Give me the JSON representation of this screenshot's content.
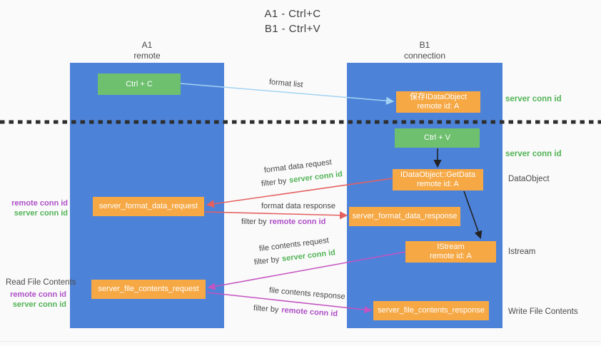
{
  "title": {
    "line1": "A1 - Ctrl+C",
    "line2": "B1 - Ctrl+V"
  },
  "columns": {
    "a1_name": "A1",
    "a1_sub": "remote",
    "b1_name": "B1",
    "b1_sub": "connection"
  },
  "nodes": {
    "ctrl_c": "Ctrl + C",
    "ctrl_v": "Ctrl + V",
    "save_dataobject_line1": "保存IDataObject",
    "save_dataobject_line2": "remote id: A",
    "getdata_line1": "IDataObject::GetData",
    "getdata_line2": "remote id: A",
    "istream_line1": "IStream",
    "istream_line2": "remote id: A",
    "format_request": "server_format_data_request",
    "format_response": "server_format_data_response",
    "file_request": "server_file_contents_request",
    "file_response": "server_file_contents_response"
  },
  "labels": {
    "format_list": "format list",
    "format_data_request": "format data request",
    "format_data_response": "format data response",
    "file_contents_request": "file contents request",
    "file_contents_response": "file contents response",
    "filter_by": "filter by",
    "server_conn_id": "server conn id",
    "remote_conn_id": "remote conn id",
    "dataobject": "DataObject",
    "istream": "Istream",
    "read_file_contents": "Read File Contents",
    "write_file_contents": "Write File Contents"
  },
  "colors": {
    "column_blue": "#4d82d9",
    "node_orange": "#f6a845",
    "node_green": "#6ec06f",
    "arrow_red": "#e4605f",
    "arrow_magenta": "#c553c1",
    "arrow_blue": "#a3d3f2",
    "arrow_black": "#222222",
    "text_green": "#52b356",
    "text_purple": "#ae4fc7",
    "divider_black": "#2e2e2e"
  }
}
